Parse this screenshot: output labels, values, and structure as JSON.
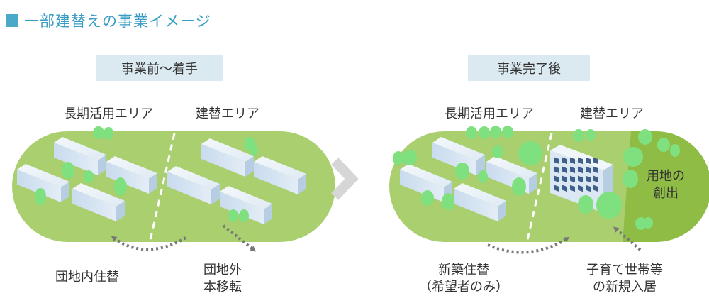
{
  "title": "一部建替えの事業イメージ",
  "stages": {
    "before": "事業前～着手",
    "after": "事業完了後"
  },
  "before": {
    "area_long_term": "長期活用エリア",
    "area_rebuild": "建替エリア",
    "move_inside": "団地内住替",
    "move_outside_line1": "団地外",
    "move_outside_line2": "本移転"
  },
  "after": {
    "area_long_term": "長期活用エリア",
    "area_rebuild": "建替エリア",
    "land_line1": "用地の",
    "land_line2": "創出",
    "new_housing_line1": "新築住替",
    "new_housing_line2": "（希望者のみ）",
    "families_line1": "子育て世帯等",
    "families_line2": "の新規入居"
  },
  "colors": {
    "accent": "#3a9cc4",
    "ground": "#a9cf6e",
    "ground_highlight": "#8fbc45",
    "building_side": "#d6e4f2",
    "tree": "#7ee07e",
    "arrow_big": "#d6d6d6",
    "dotted_arrow": "#777777"
  }
}
